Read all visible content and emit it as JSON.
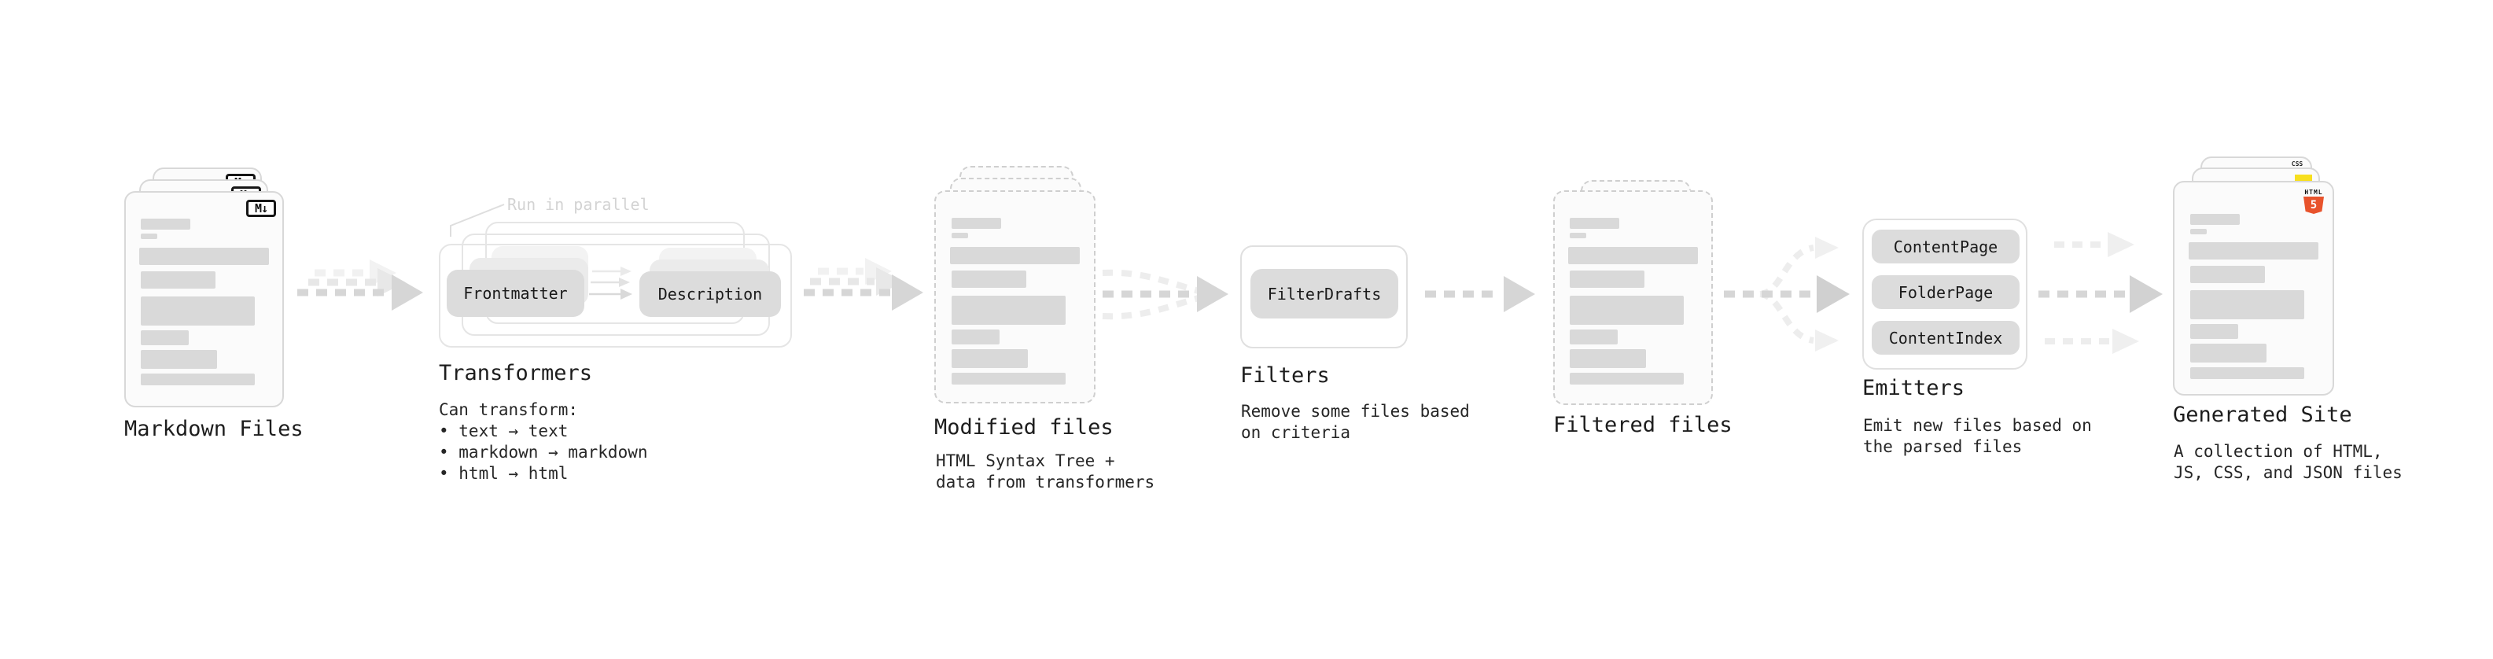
{
  "transformers_note": "Run in parallel",
  "markdown": {
    "title": "Markdown Files",
    "badge": "M↓"
  },
  "transformers": {
    "title": "Transformers",
    "pill_frontmatter": "Frontmatter",
    "pill_description": "Description",
    "desc": "Can transform:\n • text → text\n • markdown → markdown\n • html → html"
  },
  "modified": {
    "title": "Modified files",
    "desc": "HTML Syntax Tree +\ndata from transformers"
  },
  "filters": {
    "title": "Filters",
    "pill": "FilterDrafts",
    "desc": "Remove some files based\non criteria"
  },
  "filtered": {
    "title": "Filtered files"
  },
  "emitters": {
    "title": "Emitters",
    "pills": [
      "ContentPage",
      "FolderPage",
      "ContentIndex"
    ],
    "desc": "Emit new files based on\nthe parsed files"
  },
  "generated": {
    "title": "Generated Site",
    "desc": "A collection of HTML,\nJS, CSS, and JSON files",
    "badge_html_label": "HTML",
    "badge_html_number": "5",
    "badge_css_label": "CSS"
  },
  "colors": {
    "accent_orange": "#e8532c",
    "accent_yellow": "#f7df1e",
    "accent_blue": "#2965f1"
  }
}
